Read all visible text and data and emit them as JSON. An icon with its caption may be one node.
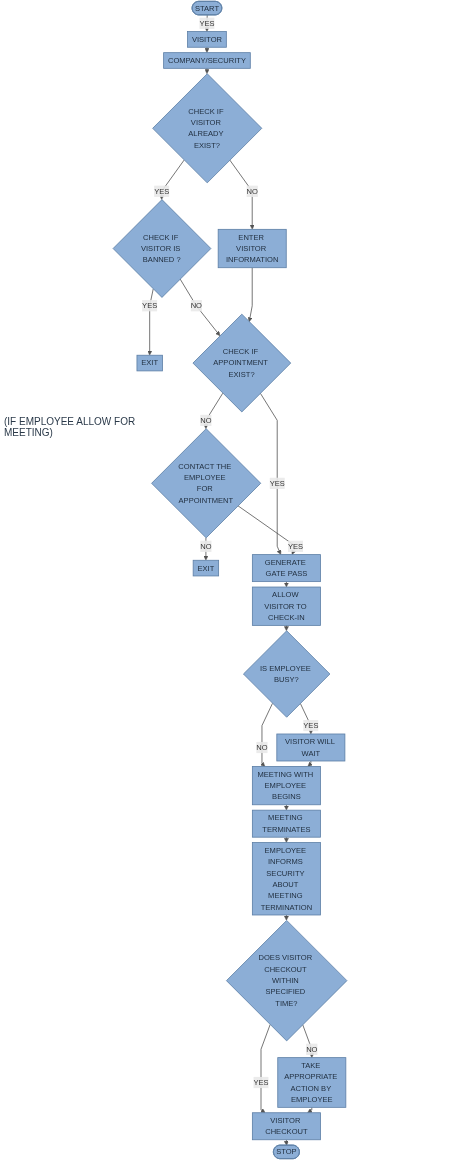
{
  "diagram": {
    "nodes": [
      {
        "text": [
          "START"
        ]
      },
      {
        "text": [
          "VISITOR"
        ]
      },
      {
        "text": [
          "COMPANY/SECURITY"
        ]
      },
      {
        "text": [
          "CHECK IF VISITOR ALREADY EXIST?"
        ]
      },
      {
        "text": [
          "ENTER VISITOR INFORMATION"
        ]
      },
      {
        "text": [
          "CHECK IF VISITOR IS BANNED ?"
        ]
      },
      {
        "text": [
          "EXIT"
        ]
      },
      {
        "text": [
          "CHECK IF APPOINTMENT EXIST?"
        ]
      },
      {
        "text": [
          "CONTACT THE EMPLOYEE FOR APPOINTMENT"
        ]
      },
      {
        "text": [
          "EXIT"
        ]
      },
      {
        "text": [
          "GENERATE GATE PASS"
        ]
      },
      {
        "text": [
          "ALLOW VISITOR TO CHECK-IN"
        ]
      },
      {
        "text": [
          "IS EMPLOYEE BUSY?"
        ]
      },
      {
        "text": [
          "VISITOR WILL WAIT"
        ]
      },
      {
        "text": [
          "MEETING WITH EMPLOYEE BEGINS"
        ]
      },
      {
        "text": [
          "MEETING TERMINATES"
        ]
      },
      {
        "text": [
          "EMPLOYEE INFORMS SECURITY ABOUT MEETING TERMINATION"
        ]
      },
      {
        "text": [
          "DOES VISITOR CHECKOUT WITHIN SPECIFIED TIME?"
        ]
      },
      {
        "text": [
          "TAKE APPROPRIATE ACTION BY EMPLOYEE"
        ]
      },
      {
        "text": [
          "VISITOR CHECKOUT"
        ]
      },
      {
        "text": [
          "STOP"
        ]
      }
    ],
    "edges": [
      {
        "from": 0,
        "to": 1,
        "arrow": "to",
        "label": "YES"
      },
      {
        "from": 1,
        "to": 2,
        "arrow": "to"
      },
      {
        "from": 2,
        "to": 3,
        "arrow": "to"
      },
      {
        "from": 3,
        "to": 4,
        "arrow": "to",
        "label": "NO"
      },
      {
        "from": 3,
        "to": 5,
        "arrow": "to",
        "label": "YES"
      },
      {
        "from": 5,
        "to": 6,
        "arrow": "to",
        "label": "YES"
      },
      {
        "from": 5,
        "to": 7,
        "arrow": "to",
        "label": "NO"
      },
      {
        "from": 4,
        "to": 7,
        "arrow": "to"
      },
      {
        "from": 7,
        "to": 8,
        "arrow": "to",
        "label": "NO"
      },
      {
        "from": 8,
        "to": 9,
        "arrow": "to",
        "label": "NO"
      },
      {
        "from": 7,
        "to": 10,
        "arrow": "to",
        "label": "YES"
      },
      {
        "from": 8,
        "to": 10,
        "arrow": "to",
        "label": "YES"
      },
      {
        "from": 10,
        "to": 11,
        "arrow": "to"
      },
      {
        "from": 11,
        "to": 12,
        "arrow": "to"
      },
      {
        "from": 12,
        "to": 13,
        "arrow": "to",
        "label": "YES"
      },
      {
        "from": 12,
        "to": 14,
        "arrow": "to",
        "label": "NO"
      },
      {
        "from": 13,
        "to": 14,
        "arrow": "to"
      },
      {
        "from": 14,
        "to": 15,
        "arrow": "to"
      },
      {
        "from": 15,
        "to": 16,
        "arrow": "to"
      },
      {
        "from": 16,
        "to": 17,
        "arrow": "to"
      },
      {
        "from": 17,
        "to": 18,
        "arrow": "to",
        "label": "NO"
      },
      {
        "from": 17,
        "to": 19,
        "arrow": "to",
        "label": "YES"
      },
      {
        "from": 18,
        "to": 19,
        "arrow": "to"
      },
      {
        "from": 19,
        "to": 20,
        "arrow": "to"
      }
    ],
    "labels": [
      "(IF EMPLOYEE ALLOW FOR MEETING)"
    ]
  }
}
